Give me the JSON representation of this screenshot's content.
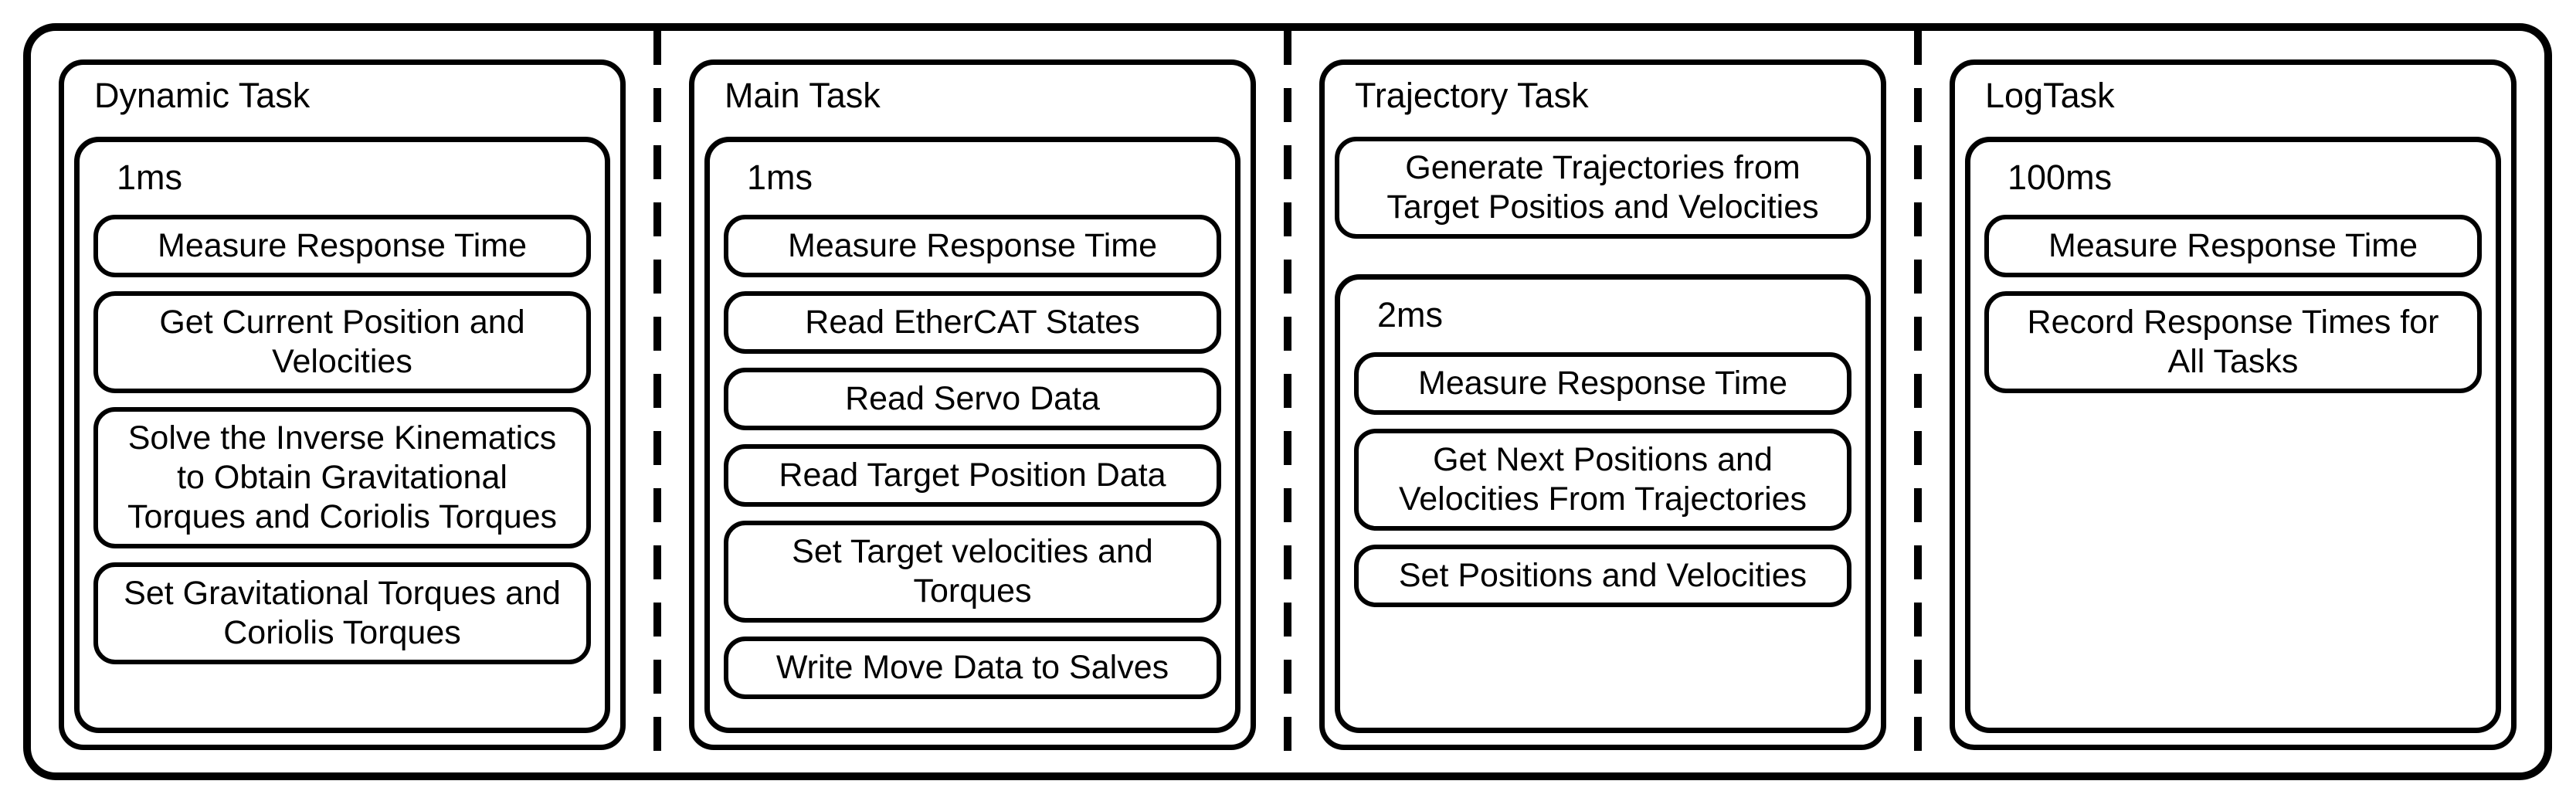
{
  "colors": {
    "line": "#000000",
    "background": "#ffffff",
    "text": "#000000"
  },
  "diagram": {
    "columns": [
      {
        "title": "Dynamic Task",
        "period": {
          "label": "1ms",
          "items": [
            "Measure Response Time",
            "Get Current Position and\nVelocities",
            "Solve the Inverse Kinematics\nto Obtain Gravitational\nTorques and Coriolis Torques",
            "Set Gravitational Torques and\nCoriolis Torques"
          ]
        }
      },
      {
        "title": "Main Task",
        "period": {
          "label": "1ms",
          "items": [
            "Measure Response Time",
            "Read EtherCAT States",
            "Read Servo Data",
            "Read Target Position Data",
            "Set Target velocities and\nTorques",
            "Write Move Data to Salves"
          ]
        }
      },
      {
        "title": "Trajectory Task",
        "pre_items": [
          "Generate Trajectories from\nTarget Positios and Velocities"
        ],
        "period": {
          "label": "2ms",
          "items": [
            "Measure Response Time",
            "Get Next Positions and\nVelocities From Trajectories",
            "Set Positions and Velocities"
          ]
        }
      },
      {
        "title": "LogTask",
        "period": {
          "label": "100ms",
          "items": [
            "Measure Response Time",
            "Record Response Times for\nAll Tasks"
          ]
        }
      }
    ]
  }
}
